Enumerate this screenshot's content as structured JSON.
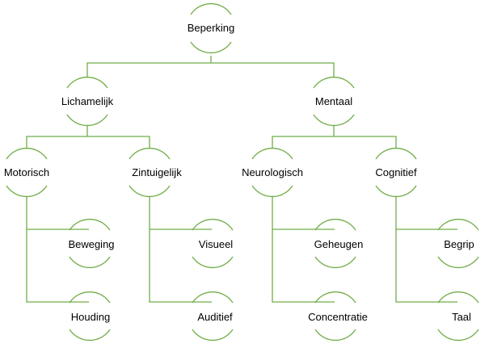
{
  "diagram": {
    "line_color": "#70AD47",
    "text_color": "#000000",
    "nodes": {
      "root": {
        "label": "Beperking"
      },
      "lichamelijk": {
        "label": "Lichamelijk"
      },
      "mentaal": {
        "label": "Mentaal"
      },
      "motorisch": {
        "label": "Motorisch"
      },
      "zintuigelijk": {
        "label": "Zintuigelijk"
      },
      "neurologisch": {
        "label": "Neurologisch"
      },
      "cognitief": {
        "label": "Cognitief"
      },
      "beweging": {
        "label": "Beweging"
      },
      "houding": {
        "label": "Houding"
      },
      "visueel": {
        "label": "Visueel"
      },
      "auditief": {
        "label": "Auditief"
      },
      "geheugen": {
        "label": "Geheugen"
      },
      "concentratie": {
        "label": "Concentratie"
      },
      "begrip": {
        "label": "Begrip"
      },
      "taal": {
        "label": "Taal"
      }
    },
    "edges": [
      [
        "root",
        "lichamelijk"
      ],
      [
        "root",
        "mentaal"
      ],
      [
        "lichamelijk",
        "motorisch"
      ],
      [
        "lichamelijk",
        "zintuigelijk"
      ],
      [
        "mentaal",
        "neurologisch"
      ],
      [
        "mentaal",
        "cognitief"
      ],
      [
        "motorisch",
        "beweging"
      ],
      [
        "motorisch",
        "houding"
      ],
      [
        "zintuigelijk",
        "visueel"
      ],
      [
        "zintuigelijk",
        "auditief"
      ],
      [
        "neurologisch",
        "geheugen"
      ],
      [
        "neurologisch",
        "concentratie"
      ],
      [
        "cognitief",
        "begrip"
      ],
      [
        "cognitief",
        "taal"
      ]
    ]
  }
}
